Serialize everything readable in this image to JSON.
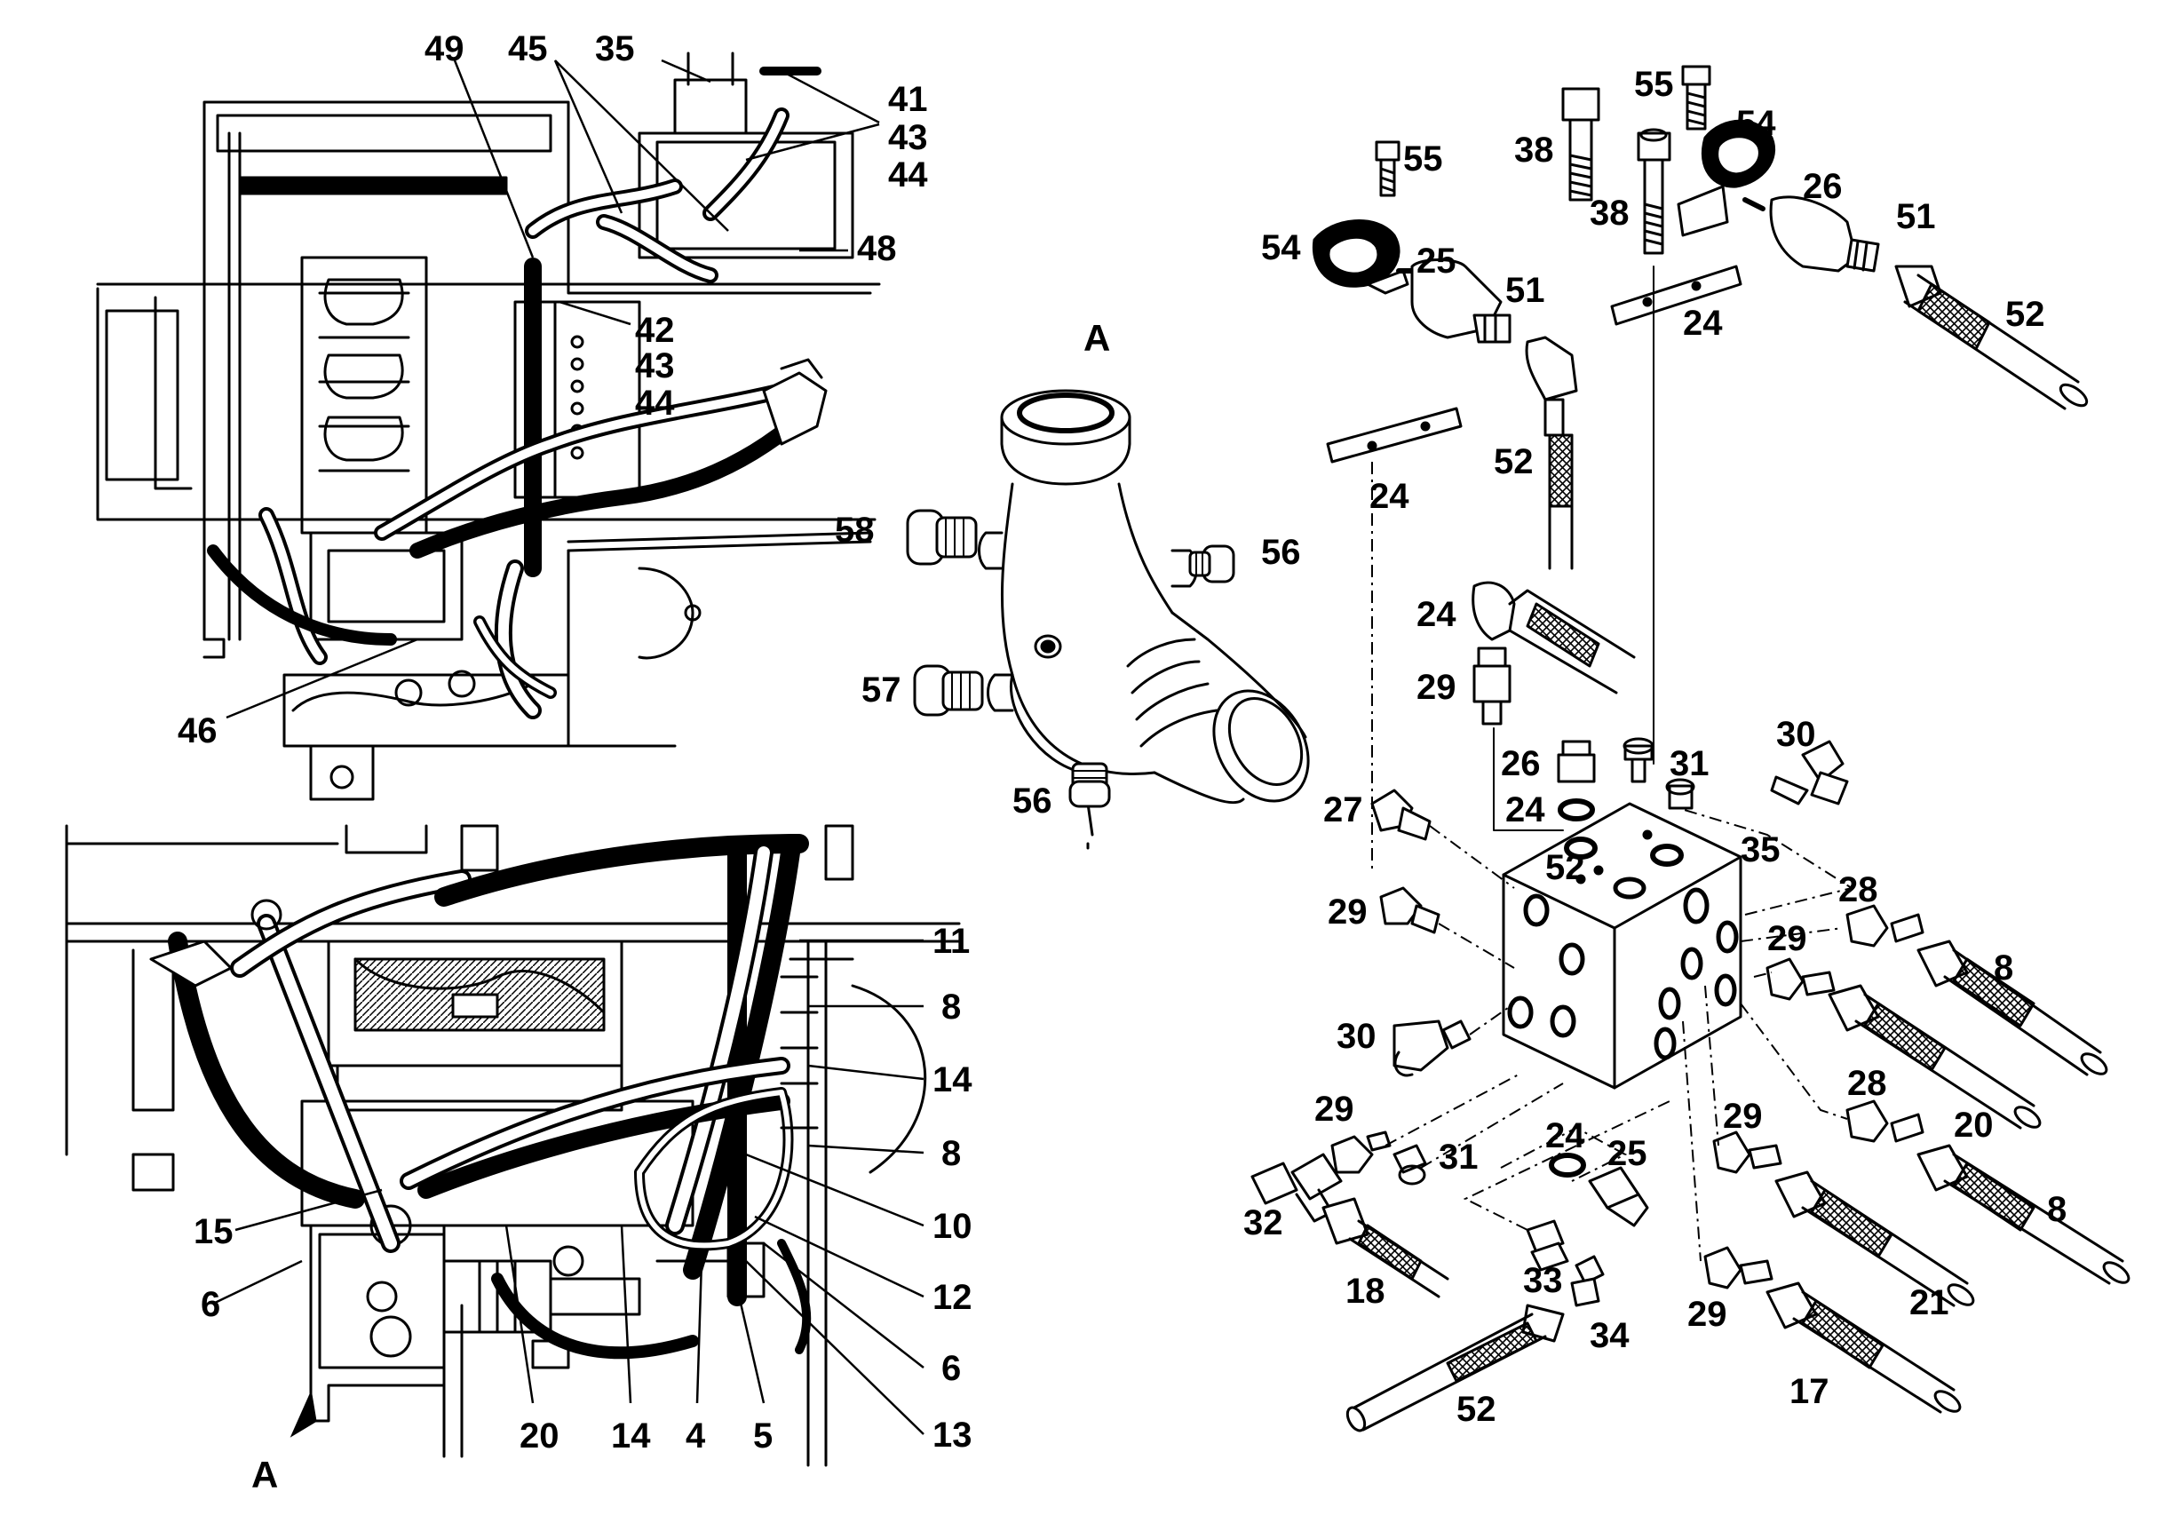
{
  "view_labels": {
    "detail": "A",
    "arrow": "A"
  },
  "callouts": {
    "top_left": [
      "49",
      "45",
      "35",
      "41",
      "43",
      "44",
      "48",
      "42",
      "43",
      "44",
      "46"
    ],
    "bottom_left": [
      "11",
      "8",
      "14",
      "8",
      "10",
      "12",
      "6",
      "13",
      "15",
      "6",
      "20",
      "14",
      "4",
      "5"
    ],
    "elbow": [
      "58",
      "56",
      "57",
      "56"
    ],
    "right": [
      "55",
      "54",
      "38",
      "55",
      "54",
      "38",
      "24",
      "25",
      "51",
      "26",
      "51",
      "52",
      "52",
      "24",
      "24",
      "52",
      "29",
      "26",
      "31",
      "24",
      "30",
      "27",
      "35",
      "29",
      "28",
      "8",
      "29",
      "30",
      "20",
      "28",
      "29",
      "8",
      "29",
      "24",
      "25",
      "31",
      "32",
      "18",
      "33",
      "34",
      "21",
      "29",
      "17",
      "52"
    ]
  },
  "colors": {
    "ink": "#000000",
    "paper": "#ffffff"
  }
}
